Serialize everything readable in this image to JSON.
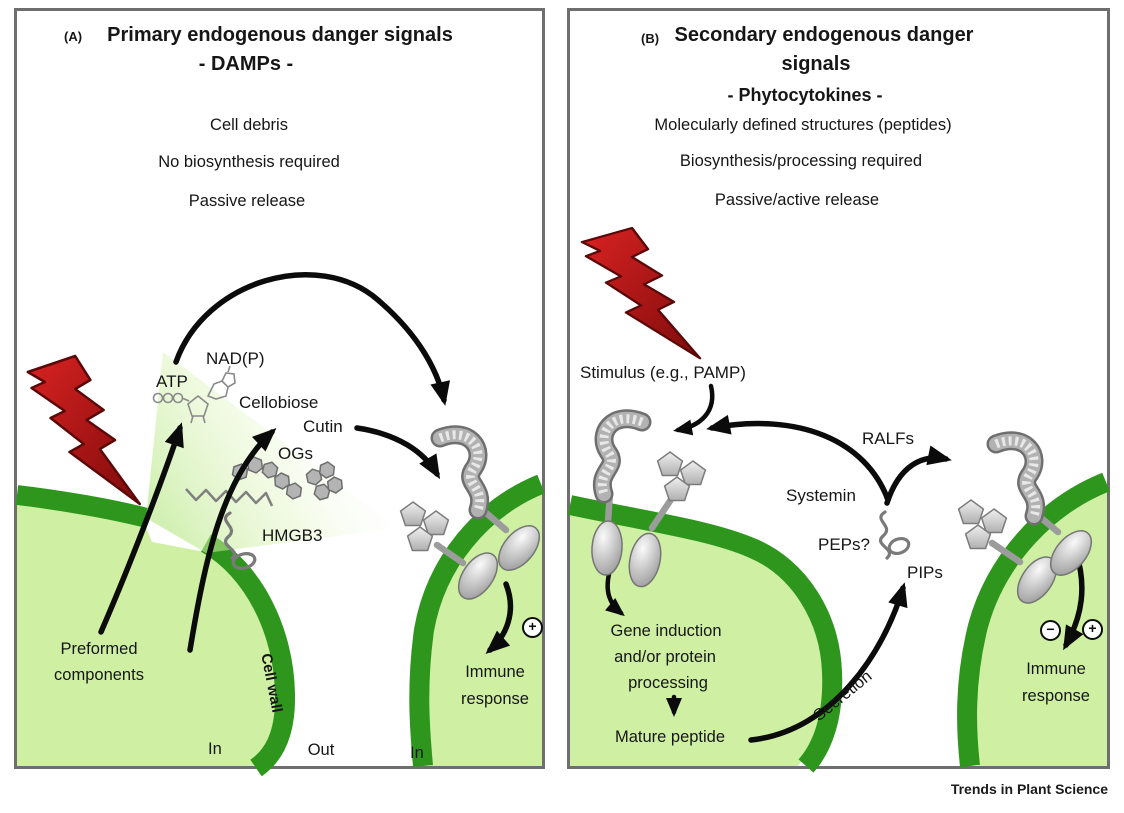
{
  "footer": {
    "journal": "Trends in Plant Science"
  },
  "colors": {
    "cell_fill": "#cff0a2",
    "cell_wall_green": "#2e961d",
    "lightning_red": "#b51414",
    "arrow_black": "#0b0b0b",
    "receptor_gray": "#b2b2b2"
  },
  "panel_a": {
    "tag": "(A)",
    "title_line1": "Primary endogenous danger signals",
    "title_line2": "- DAMPs -",
    "bullets": [
      "Cell debris",
      "No biosynthesis required",
      "Passive release"
    ],
    "molecules": {
      "atp": "ATP",
      "nadp": "NAD(P)",
      "cellobiose": "Cellobiose",
      "cutin": "Cutin",
      "ogs": "OGs",
      "hmgb3": "HMGB3"
    },
    "preformed_line1": "Preformed",
    "preformed_line2": "components",
    "cell_wall_label": "Cell wall",
    "in_label": "In",
    "out_label": "Out",
    "in_label_right": "In",
    "immune_line1": "Immune",
    "immune_line2": "response",
    "plus_symbol": "+"
  },
  "panel_b": {
    "tag": "(B)",
    "title_line1": "Secondary endogenous danger",
    "title_line2": "signals",
    "title_line3": "- Phytocytokines -",
    "bullets": [
      "Molecularly defined structures (peptides)",
      "Biosynthesis/processing required",
      "Passive/active release"
    ],
    "stimulus": "Stimulus (e.g., PAMP)",
    "peptides": {
      "ralfs": "RALFs",
      "systemin": "Systemin",
      "peps": "PEPs?",
      "pips": "PIPs"
    },
    "gene_line1": "Gene induction",
    "gene_line2": "and/or protein",
    "gene_line3": "processing",
    "mature_peptide": "Mature peptide",
    "secretion": "Secretion",
    "immune_line1": "Immune",
    "immune_line2": "response",
    "plus_symbol": "+",
    "minus_symbol": "−"
  }
}
